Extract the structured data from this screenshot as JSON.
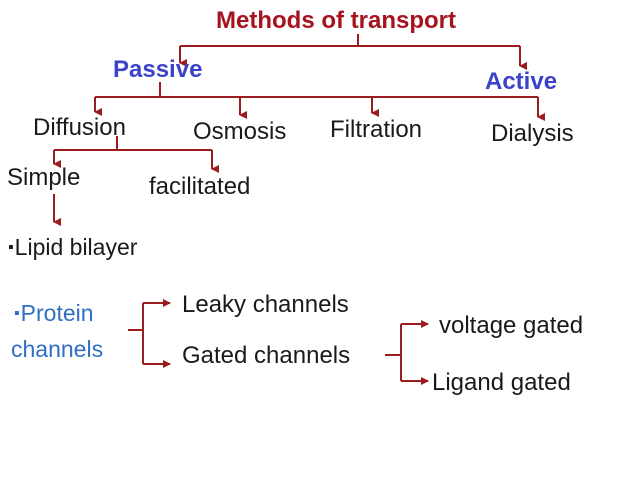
{
  "colors": {
    "title": "#a6121d",
    "category": "#3a43c9",
    "connector": "#9b1b1e",
    "text": "#1a1a1a",
    "protein_label": "#2f6fc4",
    "background": "#ffffff"
  },
  "title": "Methods of transport",
  "passive": {
    "label": "Passive",
    "children": [
      "Diffusion",
      "Osmosis",
      "Filtration",
      "Dialysis"
    ]
  },
  "active": {
    "label": "Active"
  },
  "diffusion": {
    "children": [
      "Simple",
      "facilitated"
    ]
  },
  "simple": {
    "child_bullet": "▪",
    "child_label": "Lipid bilayer"
  },
  "protein": {
    "bullet": "▪",
    "line1": "Protein",
    "line2": "channels",
    "children": [
      "Leaky channels",
      "Gated channels"
    ]
  },
  "gated": {
    "children": [
      "voltage gated",
      "Ligand gated"
    ]
  }
}
